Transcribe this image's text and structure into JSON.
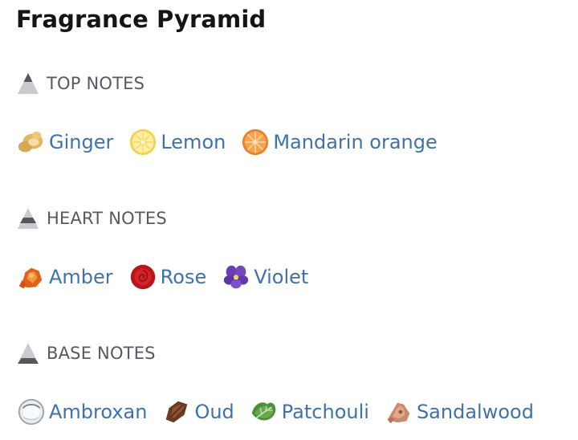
{
  "page": {
    "title": "Fragrance Pyramid"
  },
  "sections": [
    {
      "label": "TOP NOTES",
      "notes": [
        {
          "label": "Ginger",
          "icon": "ginger-icon"
        },
        {
          "label": "Lemon",
          "icon": "lemon-icon"
        },
        {
          "label": "Mandarin orange",
          "icon": "mandarin-orange-icon"
        }
      ]
    },
    {
      "label": "HEART NOTES",
      "notes": [
        {
          "label": "Amber",
          "icon": "amber-icon"
        },
        {
          "label": "Rose",
          "icon": "rose-icon"
        },
        {
          "label": "Violet",
          "icon": "violet-icon"
        }
      ]
    },
    {
      "label": "BASE NOTES",
      "notes": [
        {
          "label": "Ambroxan",
          "icon": "ambroxan-icon"
        },
        {
          "label": "Oud",
          "icon": "oud-icon"
        },
        {
          "label": "Patchouli",
          "icon": "patchouli-icon"
        },
        {
          "label": "Sandalwood",
          "icon": "sandalwood-icon"
        }
      ]
    }
  ],
  "colors": {
    "note_link": "#3f72ad",
    "section_label": "#555a60",
    "pyramid_light": "#c9cbd0",
    "pyramid_dark": "#55575d"
  }
}
